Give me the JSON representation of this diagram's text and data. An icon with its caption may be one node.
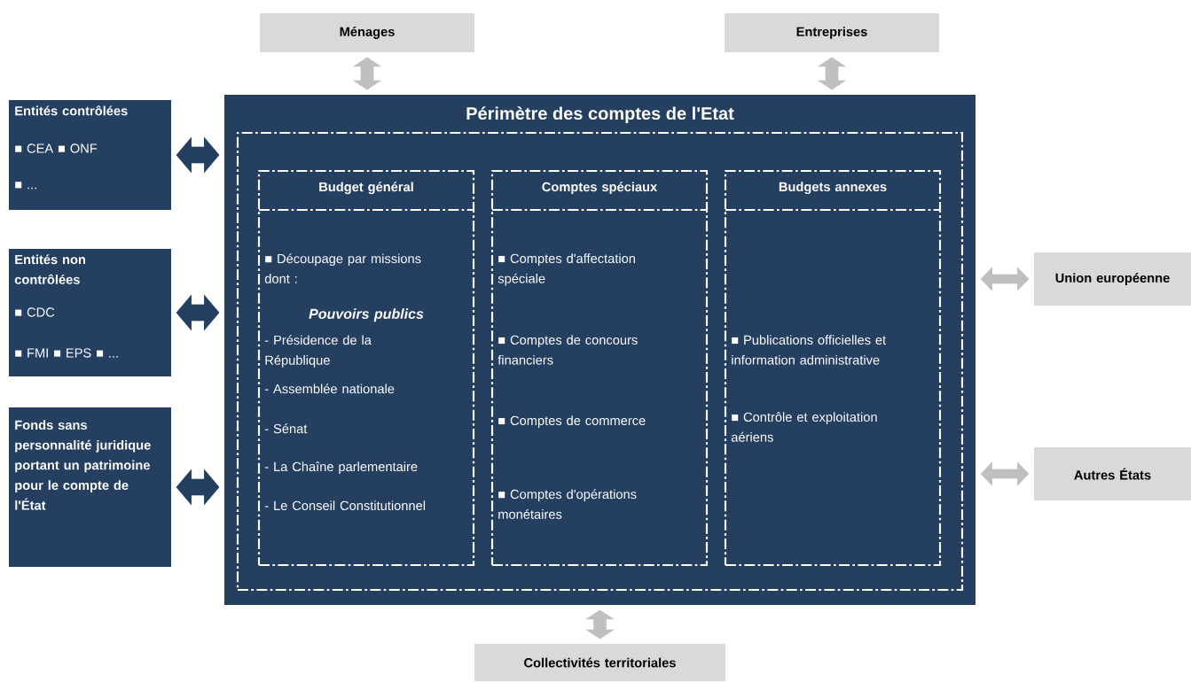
{
  "diagram": {
    "title": "Périmètre des comptes de l'Etat",
    "nodes": [
      {
        "text": [
          "Ménages"
        ]
      },
      {
        "text": [
          "Entreprises"
        ]
      },
      {
        "text": [
          "Entités contrôlées",
          "■ CEA ■ ONF",
          "■ ..."
        ]
      },
      {
        "text": [
          "Entités non contrôlées",
          "■ CDC",
          "■ FMI ■ EPS ■ ..."
        ]
      },
      {
        "text": [
          "Fonds sans personnalité juridique portant un patrimoine pour le compte de l'État"
        ]
      },
      {
        "text": [],
        "shape": "box"
      },
      {
        "text": [],
        "shape": "box",
        "in": 5
      },
      {
        "text": [
          "Budget général",
          "■ Découpage par missions dont :",
          "Pouvoirs publics",
          "- Présidence de la République",
          "- Assemblée nationale",
          "- Sénat",
          "- La Chaîne parlementaire",
          "- Le Conseil Constitutionnel"
        ],
        "in": 6
      },
      {
        "text": [
          "Comptes spéciaux",
          "■ Comptes d'affectation spéciale",
          "■ Comptes de concours financiers",
          "■ Comptes de commerce",
          "■ Comptes d'opérations monétaires"
        ],
        "in": 6
      },
      {
        "text": [
          "Budgets annexes",
          "■ Publications officielles et information administrative",
          "■ Contrôle et exploitation aériens"
        ],
        "in": 6
      },
      {
        "text": [
          "Union européenne"
        ]
      },
      {
        "text": [
          "Autres États"
        ]
      },
      {
        "text": [
          "Collectivités territoriales"
        ]
      }
    ],
    "edges": [
      {
        "from": 0,
        "to": 5,
        "arrow": "both"
      },
      {
        "from": 1,
        "to": 5,
        "arrow": "both"
      },
      {
        "from": 2,
        "to": 5,
        "arrow": "both",
        "color": "#243f60"
      },
      {
        "from": 3,
        "to": 5,
        "arrow": "both",
        "color": "#243f60"
      },
      {
        "from": 4,
        "to": 5,
        "arrow": "both",
        "color": "#243f60"
      },
      {
        "from": 10,
        "to": 5,
        "arrow": "both"
      },
      {
        "from": 11,
        "to": 5,
        "arrow": "both"
      },
      {
        "from": 12,
        "to": 5,
        "arrow": "both"
      }
    ]
  }
}
